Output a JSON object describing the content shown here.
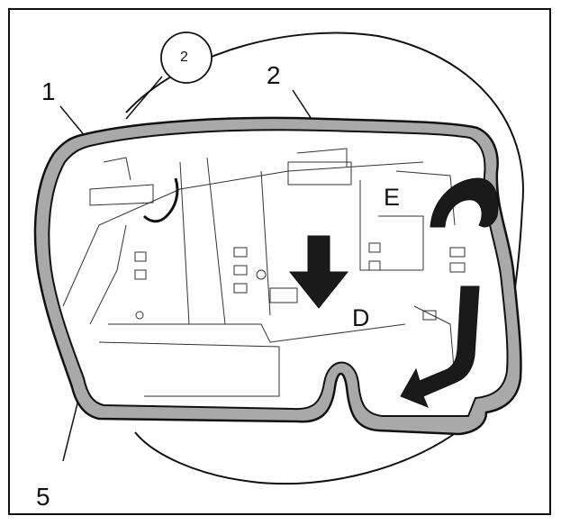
{
  "diagram": {
    "view_marker": "2",
    "callouts": [
      {
        "id": "c1",
        "label": "1"
      },
      {
        "id": "c2",
        "label": "2"
      },
      {
        "id": "c5",
        "label": "5"
      }
    ],
    "letters": [
      {
        "id": "D",
        "label": "D"
      },
      {
        "id": "E",
        "label": "E"
      }
    ],
    "colors": {
      "outline": "#111111",
      "seal_fill": "#9a9a9a",
      "arrow_fill": "#1a1a1a",
      "background": "#ffffff"
    }
  }
}
